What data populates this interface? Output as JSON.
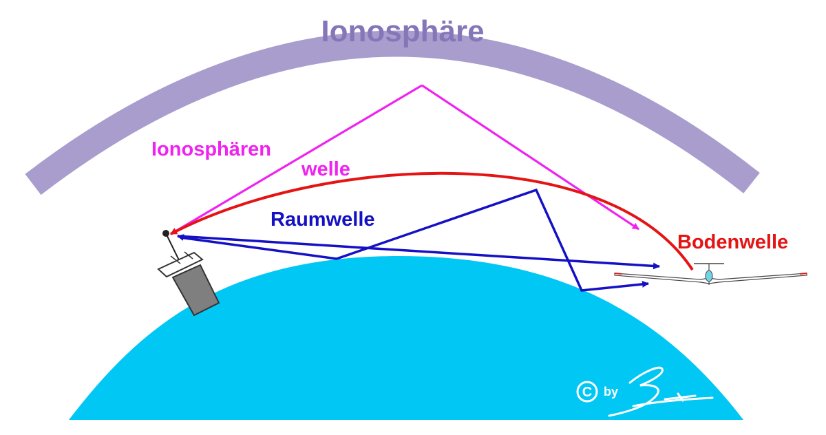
{
  "labels": {
    "ionosphere": "Ionosphäre",
    "sky_wave_line1": "Ionosphären",
    "sky_wave_line2": "welle",
    "space_wave": "Raumwelle",
    "ground_wave": "Bodenwelle",
    "copyright_by": "by"
  },
  "colors": {
    "ionosphere": "#a99dce",
    "ionosphere_text": "#8576b8",
    "earth": "#00c7f3",
    "sky_wave": "#f022f0",
    "space_wave": "#1410c4",
    "ground_wave": "#e41414",
    "tower": "#7f7f7f"
  },
  "icons": {
    "tower": "radio-tower-icon",
    "aircraft": "glider-icon",
    "copyright": "copyright-icon",
    "signature": "signature-logo"
  }
}
